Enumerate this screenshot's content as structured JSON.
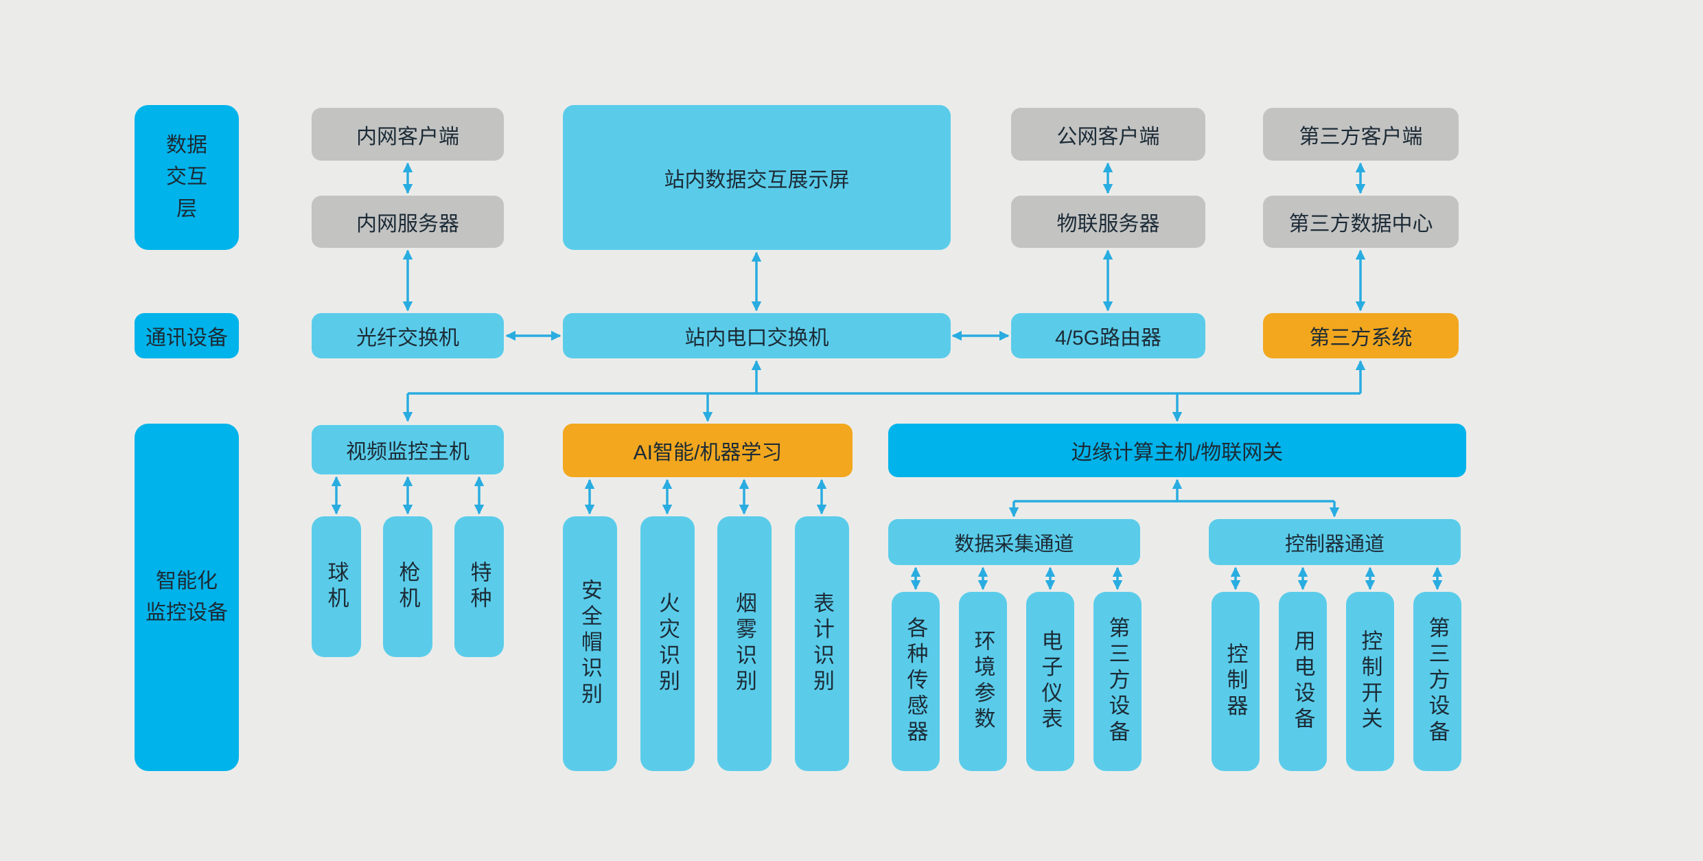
{
  "palette": {
    "background": "#ebecea",
    "bright_cyan": "#00b3ea",
    "light_cyan": "#5accea",
    "gray": "#c3c3c2",
    "orange": "#f2a71e",
    "arrow": "#29ace0",
    "text": "#1c2b36"
  },
  "layers": {
    "data_interaction": "数据\n交互\n层",
    "communication": "通讯设备",
    "monitoring": "智能化\n监控设备"
  },
  "boxes": {
    "intranet_client": "内网客户端",
    "station_display": "站内数据交互展示屏",
    "public_client": "公网客户端",
    "third_party_client": "第三方客户端",
    "intranet_server": "内网服务器",
    "iot_server": "物联服务器",
    "third_party_datacenter": "第三方数据中心",
    "fiber_switch": "光纤交换机",
    "station_switch": "站内电口交换机",
    "router_4_5g": "4/5G路由器",
    "third_party_system": "第三方系统",
    "video_host": "视频监控主机",
    "ai_ml": "AI智能/机器学习",
    "edge_gateway": "边缘计算主机/物联网关",
    "dome_camera": "球机",
    "bullet_camera": "枪机",
    "special_camera": "特种",
    "helmet_recognition": "安全帽识别",
    "fire_recognition": "火灾识别",
    "smoke_recognition": "烟雾识别",
    "meter_recognition": "表计识别",
    "data_collect_channel": "数据采集通道",
    "controller_channel": "控制器通道",
    "various_sensors": "各种传感器",
    "env_params": "环境参数",
    "electronic_meters": "电子仪表",
    "third_party_devices_data": "第三方设备",
    "controller": "控制器",
    "power_devices": "用电设备",
    "control_switch": "控制开关",
    "third_party_devices_ctrl": "第三方设备"
  }
}
